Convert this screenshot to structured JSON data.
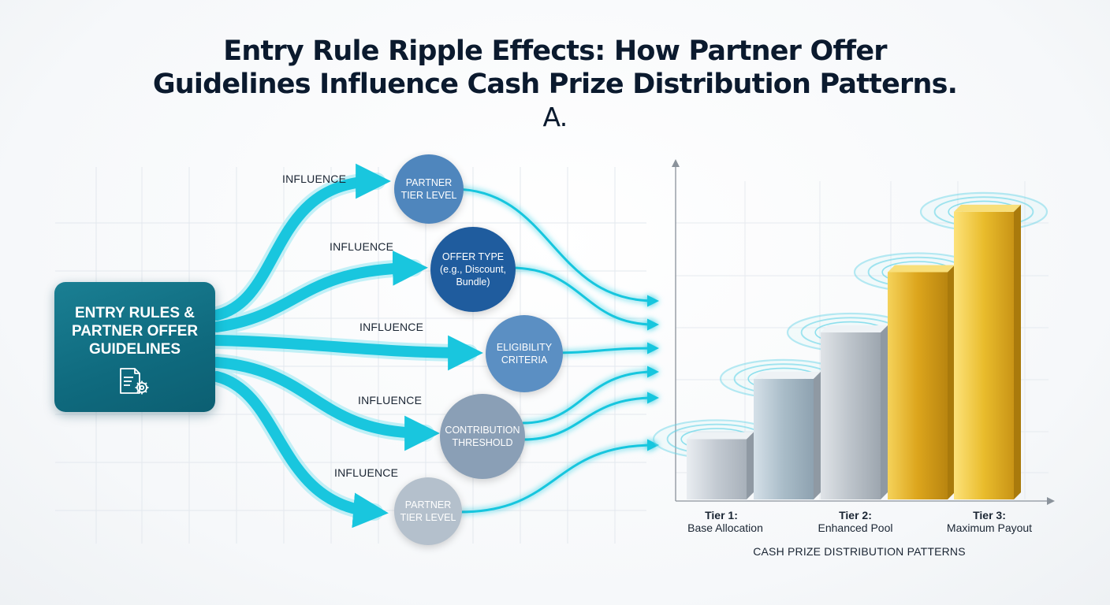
{
  "title": {
    "line1": "Entry Rule Ripple Effects: How Partner Offer",
    "line2": "Guidelines Influence Cash Prize Distribution Patterns.",
    "line3": "A."
  },
  "entry_box": {
    "lines": [
      "ENTRY RULES &",
      "PARTNER OFFER",
      "GUIDELINES"
    ],
    "icon": "document-gear-icon"
  },
  "influence_labels": [
    "INFLUENCE",
    "INFLUENCE",
    "INFLUENCE",
    "INFLUENCE",
    "INFLUENCE"
  ],
  "nodes": [
    {
      "lines": [
        "PARTNER",
        "TIER LEVEL"
      ],
      "color": "#4f86bd"
    },
    {
      "lines": [
        "OFFER TYPE",
        "(e.g., Discount,",
        "Bundle)"
      ],
      "color": "#1f5c9e"
    },
    {
      "lines": [
        "ELIGIBILITY",
        "CRITERIA"
      ],
      "color": "#5b8fc3"
    },
    {
      "lines": [
        "CONTRIBUTION",
        "THRESHOLD"
      ],
      "color": "#8a9fb6"
    },
    {
      "lines": [
        "PARTNER",
        "TIER LEVEL"
      ],
      "color": "#b4c0cc"
    }
  ],
  "colors": {
    "flow": "#19c6de",
    "flow_glow": "#7fe3f0",
    "entry_box": "#117084",
    "silver": "#c7ced6",
    "steel": "#a9bcc8",
    "gold": "#e2b524"
  },
  "chart_data": {
    "type": "bar",
    "categories": [
      "Tier 1:\nBase Allocation",
      "",
      "Tier 2:\nEnhanced Pool",
      "",
      "Tier 3:\nMaximum Payout"
    ],
    "tier_labels": [
      {
        "line1": "Tier 1:",
        "line2": "Base Allocation"
      },
      {
        "line1": "Tier 2:",
        "line2": "Enhanced Pool"
      },
      {
        "line1": "Tier 3:",
        "line2": "Maximum Payout"
      }
    ],
    "values": [
      13,
      26,
      36,
      49,
      62
    ],
    "bar_colors": [
      "#c9cfd6",
      "#a9bcc8",
      "#c2c8cf",
      "#d9a81c",
      "#e8bd2c"
    ],
    "xlabel": "CASH PRIZE DISTRIBUTION PATTERNS",
    "ylabel": "",
    "ylim": [
      0,
      72
    ],
    "grid": true,
    "legend": "none"
  }
}
